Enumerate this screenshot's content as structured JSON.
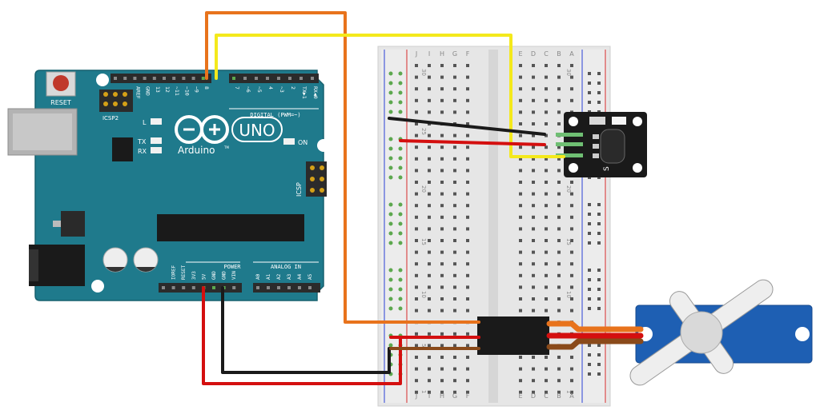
{
  "arduino": {
    "reset_label": "RESET",
    "icsp2_label": "ICSP2",
    "icsp_label": "ICSP",
    "l_label": "L",
    "tx_label": "TX",
    "rx_label": "RX",
    "on_label": "ON",
    "brand_label": "Arduino",
    "tm_label": "TM",
    "model_label": "UNO",
    "digital_label": "DIGITAL (PWM=~)",
    "power_label": "POWER",
    "analog_label": "ANALOG IN",
    "digital_pins": [
      "AREF",
      "GND",
      "13",
      "12",
      "~11",
      "~10",
      "~9",
      "8",
      "7",
      "~6",
      "~5",
      "4",
      "~3",
      "2",
      "TX▶1",
      "RX◀0"
    ],
    "power_pins": [
      "IOREF",
      "RESET",
      "3V3",
      "5V",
      "GND",
      "GND",
      "VIN"
    ],
    "analog_pins": [
      "A0",
      "A1",
      "A2",
      "A3",
      "A4",
      "A5"
    ]
  },
  "breadboard": {
    "columns_left": [
      "J",
      "I",
      "H",
      "G",
      "F"
    ],
    "columns_right": [
      "E",
      "D",
      "C",
      "B",
      "A"
    ],
    "row_numbers": [
      "30",
      "25",
      "20",
      "15",
      "10",
      "5",
      "1"
    ]
  },
  "sensor": {
    "pin_label": "S"
  },
  "colors": {
    "board": "#1f7a8c",
    "wire_orange": "#e8731c",
    "wire_yellow": "#f4e91c",
    "wire_red": "#d40f0f",
    "wire_black": "#1a1a1a",
    "wire_brown": "#8a4a1a",
    "servo_blue": "#1e5fb3"
  }
}
